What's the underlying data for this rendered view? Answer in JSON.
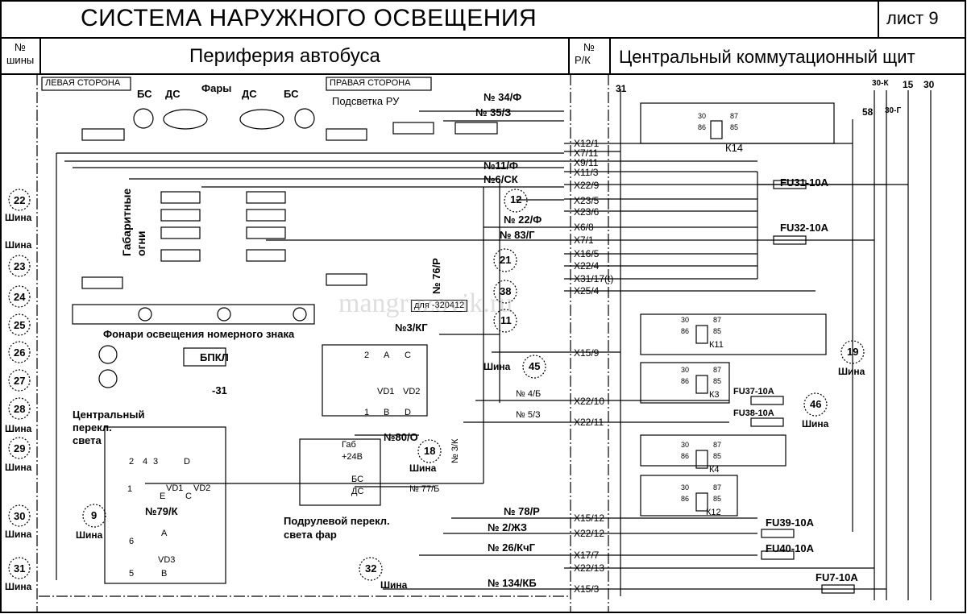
{
  "header": {
    "title": "СИСТЕМА НАРУЖНОГО ОСВЕЩЕНИЯ",
    "sheet": "лист 9",
    "bus_col_label_1": "№",
    "bus_col_label_2": "шины",
    "left_section": "Периферия автобуса",
    "rk_label_1": "№",
    "rk_label_2": "Р/К",
    "right_section": "Центральный коммутационный щит"
  },
  "periphery": {
    "left_side": "ЛЕВАЯ СТОРОНА",
    "right_side": "ПРАВАЯ СТОРОНА",
    "headlights": "Фары",
    "bs1": "БС",
    "ds1": "ДС",
    "ds2": "ДС",
    "bs2": "БС",
    "ru_backlight": "Подсветка РУ",
    "marker_lights_1": "Габаритные",
    "marker_lights_2": "огни",
    "plate_lights": "Фонари освещения номерного знака",
    "bpkl": "БПКЛ",
    "minus31": "-31",
    "central_switch_1": "Центральный",
    "central_switch_2": "перекл.",
    "central_switch_3": "света",
    "steer_switch_1": "Подрулевой перекл.",
    "steer_switch_2": "света фар",
    "gab": "Габ",
    "plus24": "+24В",
    "bs3": "БС",
    "ds3": "ДС",
    "for_model": "для -320412",
    "watermark": "mangruzovik.ru"
  },
  "wires": {
    "w34": "№ 34/Ф",
    "w35": "№ 35/З",
    "w11": "№11/Ф",
    "w6": "№6/СК",
    "w22": "№ 22/Ф",
    "w83": "№ 83/Г",
    "w76": "№ 76/Р",
    "w3": "№3/КГ",
    "w4": "№ 4/Б",
    "w5": "№ 5/З",
    "w80": "№80/О",
    "w3k": "№ 3/К",
    "w77": "№ 77/Б",
    "w79": "№79/К",
    "w78": "№ 78/Р",
    "w2": "№ 2/ЖЗ",
    "w26": "№ 26/КчГ",
    "w134": "№ 134/КБ"
  },
  "connectors": [
    "X12/1",
    "X7/11",
    "X9/11",
    "X11/3",
    "X22/9",
    "X23/5",
    "X23/6",
    "X6/8",
    "X7/1",
    "X16/5",
    "X22/4",
    "X31/17(t)",
    "X25/4",
    "X15/9",
    "X22/10",
    "X22/11",
    "X15/12",
    "X22/12",
    "X17/7",
    "X22/13",
    "X15/3"
  ],
  "buses_left": [
    "22",
    "23",
    "24",
    "25",
    "26",
    "27",
    "28",
    "29",
    "30",
    "31"
  ],
  "shina": "Шина",
  "bus_circles": {
    "b12": "12",
    "b21": "21",
    "b38": "38",
    "b11": "11",
    "b45": "45",
    "b18": "18",
    "b9": "9",
    "b32": "32",
    "b19": "19",
    "b46": "46"
  },
  "rails": {
    "r31": "31",
    "r30k": "30-К",
    "r15": "15",
    "r30": "30",
    "r58": "58",
    "r30g": "30-Г"
  },
  "relays": {
    "k14": "К14",
    "k11": "К11",
    "k3": "К3",
    "k4": "К4",
    "k12": "К12",
    "p30": "30",
    "p86": "86",
    "p87": "87",
    "p85": "85"
  },
  "fuses": {
    "fu31": "FU31-10A",
    "fu32": "FU32-10A",
    "fu37": "FU37-10A",
    "fu38": "FU38-10A",
    "fu39": "FU39-10A",
    "fu40": "FU40-10A",
    "fu7": "FU7-10A"
  },
  "pins": {
    "p2": "2",
    "pA": "A",
    "pC": "C",
    "p1": "1",
    "pB": "B",
    "pD": "D",
    "vd1": "VD1",
    "vd2": "VD2",
    "vd3": "VD3",
    "s2": "2",
    "s4": "4",
    "s3": "3",
    "sD": "D",
    "sE": "E",
    "sC": "C",
    "s1": "1",
    "s6": "6",
    "sA": "A",
    "s5": "5",
    "sB": "B"
  }
}
